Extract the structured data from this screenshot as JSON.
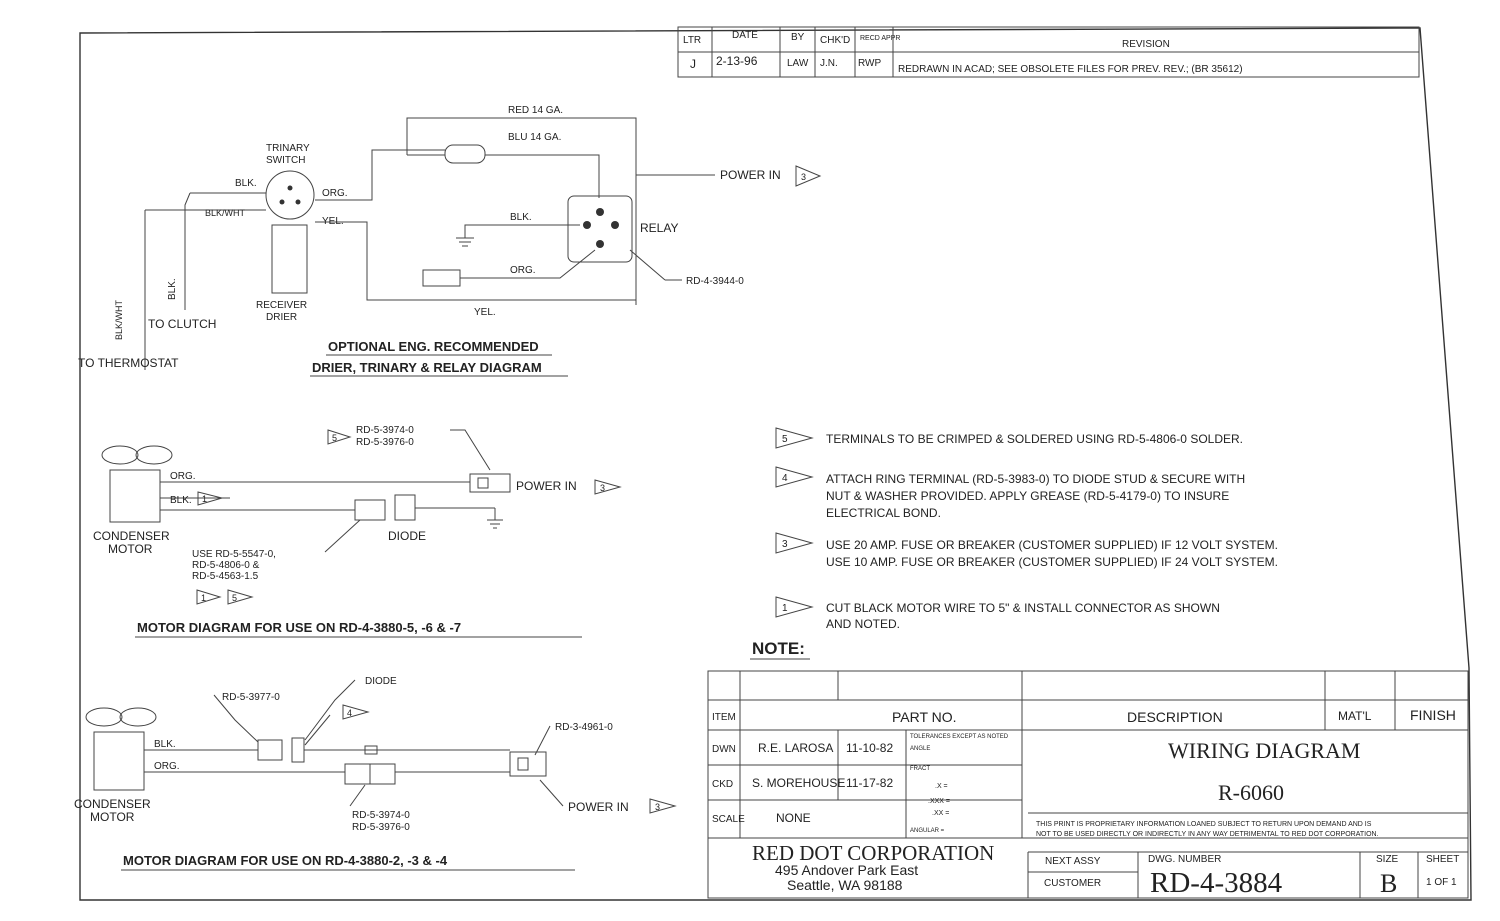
{
  "revision_block": {
    "headers": [
      "LTR",
      "DATE",
      "BY",
      "CHK'D",
      "RECD APPR",
      "REVISION"
    ],
    "row": [
      "J",
      "2-13-96",
      "LAW",
      "J.N.",
      "RWP",
      "REDRAWN IN ACAD; SEE OBSOLETE FILES FOR PREV. REV.; (BR 35612)"
    ]
  },
  "optional_diagram": {
    "labels": {
      "red": "RED 14 GA.",
      "blu": "BLU 14 GA.",
      "trinary": "TRINARY\nSWITCH",
      "blk": "BLK.",
      "org": "ORG.",
      "blkwht": "BLK/WHT",
      "yel": "YEL.",
      "power_in": "POWER IN",
      "power_in_num": "3",
      "relay_blk": "BLK.",
      "relay": "RELAY",
      "relay_org": "ORG.",
      "relay_yel": "YEL.",
      "relay_part": "RD-4-3944-0",
      "receiver": "RECEIVER\nDRIER",
      "clutch_wire": "BLK.",
      "to_clutch": "TO CLUTCH",
      "thermo_wire": "BLK/WHT",
      "to_thermostat": "TO THERMOSTAT"
    },
    "title_1": "OPTIONAL ENG. RECOMMENDED",
    "title_2": "DRIER, TRINARY & RELAY DIAGRAM"
  },
  "motor_diagram_a": {
    "callout_num": "5",
    "callout_parts": [
      "RD-5-3974-0",
      "RD-5-3976-0"
    ],
    "org": "ORG.",
    "blk": "BLK.",
    "blk_num": "1",
    "power_in": "POWER IN",
    "power_in_num": "3",
    "diode": "DIODE",
    "condenser": "CONDENSER\nMOTOR",
    "use_note": [
      "USE RD-5-5547-0,",
      "RD-5-4806-0 &",
      "RD-5-4563-1.5"
    ],
    "flag_nums": [
      "1",
      "5"
    ],
    "title": "MOTOR DIAGRAM FOR USE ON RD-4-3880-5, -6 & -7"
  },
  "motor_diagram_b": {
    "part_top": "RD-5-3977-0",
    "diode": "DIODE",
    "flag_num": "4",
    "part_right": "RD-3-4961-0",
    "blk": "BLK.",
    "org": "ORG.",
    "condenser": "CONDENSER\nMOTOR",
    "parts_bottom": [
      "RD-5-3974-0",
      "RD-5-3976-0"
    ],
    "power_in": "POWER IN",
    "power_in_num": "3",
    "title": "MOTOR DIAGRAM FOR USE ON RD-4-3880-2, -3 & -4"
  },
  "notes": {
    "heading": "NOTE:",
    "items": [
      {
        "num": "5",
        "lines": [
          "TERMINALS TO BE CRIMPED & SOLDERED USING RD-5-4806-0 SOLDER."
        ]
      },
      {
        "num": "4",
        "lines": [
          "ATTACH RING TERMINAL (RD-5-3983-0) TO DIODE STUD & SECURE WITH",
          "NUT & WASHER PROVIDED.  APPLY GREASE (RD-5-4179-0) TO INSURE",
          "ELECTRICAL BOND."
        ]
      },
      {
        "num": "3",
        "lines": [
          "USE 20 AMP. FUSE OR BREAKER (CUSTOMER SUPPLIED) IF 12 VOLT SYSTEM.",
          "USE 10 AMP. FUSE OR BREAKER (CUSTOMER SUPPLIED) IF 24 VOLT SYSTEM."
        ]
      },
      {
        "num": "1",
        "lines": [
          "CUT BLACK MOTOR WIRE TO 5\" & INSTALL CONNECTOR AS SHOWN",
          "AND NOTED."
        ]
      }
    ]
  },
  "title_block": {
    "item": "ITEM",
    "part_no": "PART NO.",
    "description": "DESCRIPTION",
    "matl": "MAT'L",
    "finish": "FINISH",
    "dwn": "DWN",
    "dwn_name": "R.E. LAROSA",
    "dwn_date": "11-10-82",
    "ckd": "CKD",
    "ckd_name": "S. MOREHOUSE",
    "ckd_date": "11-17-82",
    "scale": "SCALE",
    "scale_val": "NONE",
    "tolerances": [
      "TOLERANCES EXCEPT AS NOTED",
      "ANGLE",
      "FRACT",
      ".X =",
      ".XX =",
      ".XXX =",
      "ANGULAR = "
    ],
    "drawing_title": "WIRING DIAGRAM",
    "drawing_sub": "R-6060",
    "proprietary_1": "THIS PRINT IS PROPRIETARY INFORMATION LOANED SUBJECT TO RETURN UPON DEMAND AND IS",
    "proprietary_2": "NOT TO BE USED DIRECTLY OR INDIRECTLY IN ANY WAY DETRIMENTAL TO RED DOT CORPORATION.",
    "company": "RED DOT CORPORATION",
    "address_1": "495 Andover Park East",
    "address_2": "Seattle, WA 98188",
    "next_assy": "NEXT ASSY",
    "customer": "CUSTOMER",
    "dwg_number_label": "DWG. NUMBER",
    "dwg_number": "RD-4-3884",
    "size_label": "SIZE",
    "size": "B",
    "sheet_label": "SHEET",
    "sheet": "1 OF 1"
  }
}
